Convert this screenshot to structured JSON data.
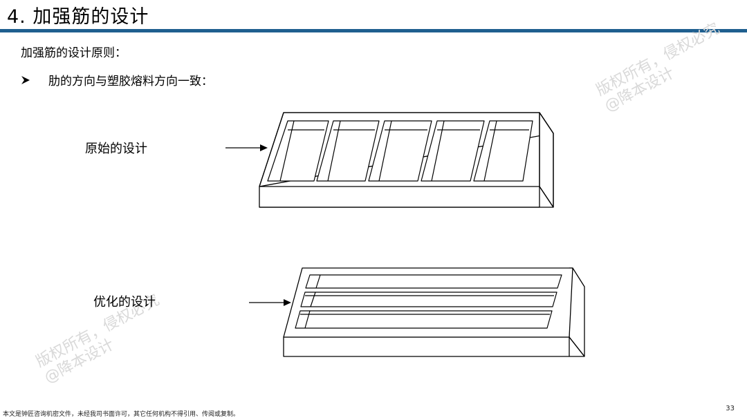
{
  "slide": {
    "title": "4. 加强筋的设计",
    "subheading": "加强筋的设计原则：",
    "bullet_text": "肋的方向与塑胶熔料方向一致：",
    "bullet_icon": "arrow-bullet-icon",
    "accent_color": "#1f5f8f"
  },
  "figures": {
    "original_label": "原始的设计",
    "optimized_label": "优化的设计"
  },
  "watermark": {
    "line1": "版权所有，侵权必究",
    "line2": "@降本设计"
  },
  "footer": {
    "notice": "本文是钟匠咨询机密文件，未经我司书面许可，其它任何机构不得引用、传阅或复制。",
    "page_number": "33"
  }
}
